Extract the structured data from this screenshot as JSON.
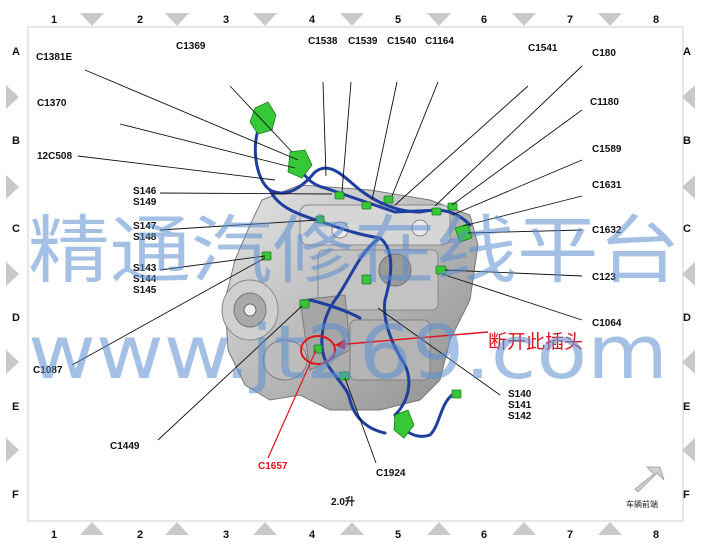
{
  "grid": {
    "columns": [
      "1",
      "2",
      "3",
      "4",
      "5",
      "6",
      "7",
      "8"
    ],
    "rows": [
      "A",
      "B",
      "C",
      "D",
      "E",
      "F"
    ]
  },
  "connectors": {
    "c1381e": "C1381E",
    "c1369": "C1369",
    "c1538": "C1538",
    "c1539": "C1539",
    "c1540": "C1540",
    "c1164": "C1164",
    "c1541": "C1541",
    "c180": "C180",
    "c1370": "C1370",
    "c1180": "C1180",
    "c12c508": "12C508",
    "c1589": "C1589",
    "s146": "S146",
    "s149": "S149",
    "c1631": "C1631",
    "s147": "S147",
    "s148": "S148",
    "c1632": "C1632",
    "s143": "S143",
    "s144": "S144",
    "s145": "S145",
    "c123": "C123",
    "c1064": "C1064",
    "c1087": "C1087",
    "s140": "S140",
    "s141": "S141",
    "s142": "S142",
    "c1449": "C1449",
    "c1657": "C1657",
    "c1924": "C1924"
  },
  "callout": "断开此插头",
  "footer": {
    "engine": "2.0升",
    "front_label": "车辆前端"
  },
  "watermark": {
    "line1": "精通汽修在线平台",
    "line2": "www.jt269.com"
  },
  "colors": {
    "harness": "#1f3fa0",
    "connector": "#37c837",
    "callout": "#e0141e",
    "frame": "#c8c8c8"
  }
}
